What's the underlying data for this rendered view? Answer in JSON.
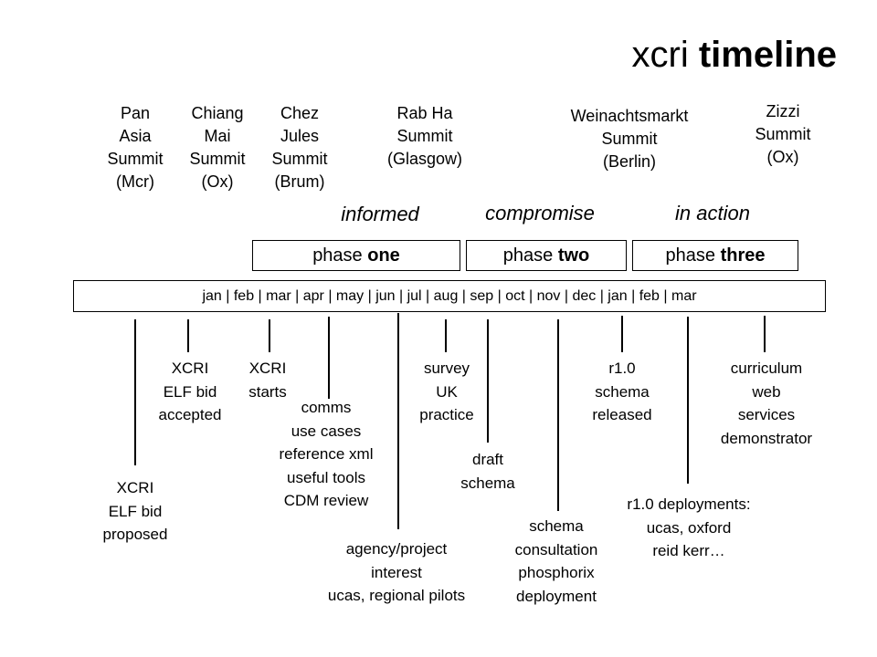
{
  "title": {
    "light": "xcri",
    "bold": "timeline"
  },
  "summits": [
    {
      "text": "Pan\nAsia\nSummit\n(Mcr)"
    },
    {
      "text": "Chiang\nMai\nSummit\n(Ox)"
    },
    {
      "text": "Chez\nJules\nSummit\n(Brum)"
    },
    {
      "text": "Rab Ha\nSummit\n(Glasgow)"
    },
    {
      "text": "Weinachtsmarkt\nSummit\n(Berlin)"
    },
    {
      "text": "Zizzi\nSummit\n(Ox)"
    }
  ],
  "phase_labels": [
    "informed",
    "compromise",
    "in action"
  ],
  "phases": [
    {
      "prefix": "phase",
      "name": "one"
    },
    {
      "prefix": "phase",
      "name": "two"
    },
    {
      "prefix": "phase",
      "name": "three"
    }
  ],
  "months": "jan | feb | mar | apr | may | jun | jul | aug | sep | oct | nov | dec | jan | feb | mar",
  "events": [
    {
      "text": "XCRI\nELF bid\nproposed"
    },
    {
      "text": "XCRI\nELF bid\naccepted"
    },
    {
      "text": "XCRI\nstarts"
    },
    {
      "text": "comms\nuse cases\nreference xml\nuseful tools\nCDM review"
    },
    {
      "text": "agency/project\ninterest\nucas, regional pilots"
    },
    {
      "text": "survey\nUK\npractice"
    },
    {
      "text": "draft\nschema"
    },
    {
      "text": "schema\nconsultation\nphosphorix\ndeployment"
    },
    {
      "text": "r1.0\nschema\nreleased"
    },
    {
      "text": "r1.0 deployments:\nucas, oxford\nreid kerr…"
    },
    {
      "text": "curriculum\nweb\nservices\ndemonstrator"
    }
  ]
}
